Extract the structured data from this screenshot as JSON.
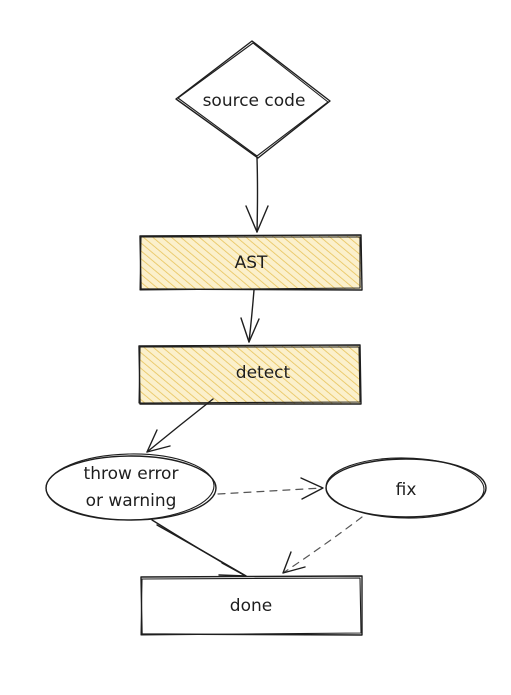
{
  "nodes": {
    "source": {
      "label": "source code",
      "shape": "diamond"
    },
    "ast": {
      "label": "AST",
      "shape": "rectangle",
      "fill": "#f7e3a5"
    },
    "detect": {
      "label": "detect",
      "shape": "rectangle",
      "fill": "#f7e3a5"
    },
    "throw": {
      "line1": "throw error",
      "line2": "or warning",
      "shape": "ellipse"
    },
    "fix": {
      "label": "fix",
      "shape": "ellipse"
    },
    "done": {
      "label": "done",
      "shape": "rectangle"
    }
  },
  "edges": [
    {
      "from": "source",
      "to": "ast",
      "style": "solid"
    },
    {
      "from": "ast",
      "to": "detect",
      "style": "solid"
    },
    {
      "from": "detect",
      "to": "throw",
      "style": "solid"
    },
    {
      "from": "throw",
      "to": "fix",
      "style": "dashed"
    },
    {
      "from": "throw",
      "to": "done",
      "style": "solid"
    },
    {
      "from": "fix",
      "to": "done",
      "style": "dashed"
    }
  ],
  "colors": {
    "hatch": "#e8c35a",
    "stroke": "#1e1e1e"
  }
}
